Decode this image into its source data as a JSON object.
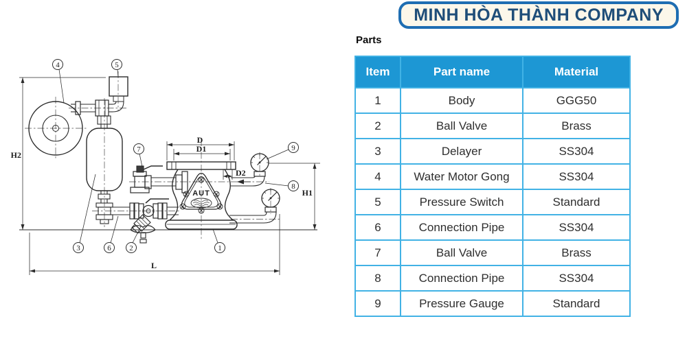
{
  "brand": {
    "company_name": "MINH HÒA THÀNH COMPANY"
  },
  "parts_table": {
    "title": "Parts",
    "headers": [
      "Item",
      "Part name",
      "Material"
    ],
    "rows": [
      {
        "item": "1",
        "part_name": "Body",
        "material": "GGG50"
      },
      {
        "item": "2",
        "part_name": "Ball Valve",
        "material": "Brass"
      },
      {
        "item": "3",
        "part_name": "Delayer",
        "material": "SS304"
      },
      {
        "item": "4",
        "part_name": "Water Motor Gong",
        "material": "SS304"
      },
      {
        "item": "5",
        "part_name": "Pressure Switch",
        "material": "Standard"
      },
      {
        "item": "6",
        "part_name": "Connection Pipe",
        "material": "SS304"
      },
      {
        "item": "7",
        "part_name": "Ball Valve",
        "material": "Brass"
      },
      {
        "item": "8",
        "part_name": "Connection Pipe",
        "material": "SS304"
      },
      {
        "item": "9",
        "part_name": "Pressure Gauge",
        "material": "Standard"
      }
    ]
  },
  "diagram": {
    "valve_label": "AUT",
    "callouts": [
      "1",
      "2",
      "3",
      "4",
      "5",
      "6",
      "7",
      "8",
      "9"
    ],
    "dimensions": {
      "d": "D",
      "d1": "D1",
      "d2": "D2",
      "h1": "H1",
      "h2": "H2",
      "l": "L"
    }
  },
  "colors": {
    "table_header_bg": "#1d97d4",
    "table_border": "#41b2e5",
    "badge_border": "#1e6db2",
    "badge_bg": "#fcf7ea",
    "badge_text": "#1f4e79",
    "line_color": "#2b2b2b"
  }
}
